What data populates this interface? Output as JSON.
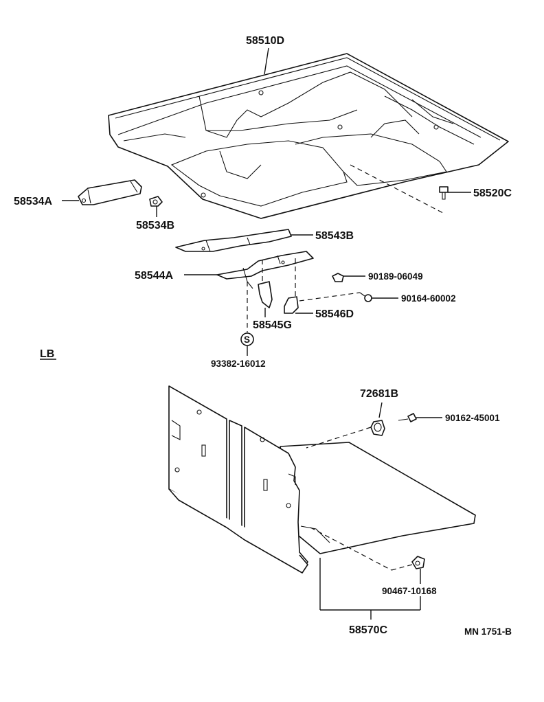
{
  "diagram_id": "MN 1751-B",
  "section_label": "LB",
  "parts": {
    "floor_pan": "58510D",
    "floor_plug": "58520C",
    "side_bracket": "58534A",
    "side_clip": "58534B",
    "reinforcement_upper": "58543B",
    "reinforcement_lower": "58544A",
    "bracket_center": "58545G",
    "bracket_right": "58546D",
    "bolt_a": "90189-06049",
    "bolt_b": "90164-60002",
    "screw_s": "93382-16012",
    "grommet": "72681B",
    "screw_c": "90162-45001",
    "clip_d": "90467-10168",
    "luggage_mat": "58570C"
  },
  "symbols": {
    "screw_marker": "S"
  }
}
